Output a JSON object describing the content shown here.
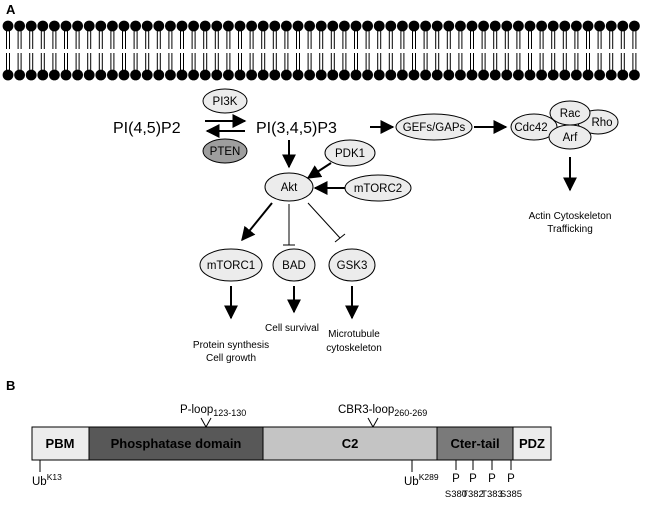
{
  "panel_a": {
    "label": "A",
    "nodes": {
      "pip2": "PI(4,5)P2",
      "pip3": "PI(3,4,5)P3",
      "pi3k": "PI3K",
      "pten": "PTEN",
      "gefs": "GEFs/GAPs",
      "cdc42": "Cdc42",
      "rac": "Rac",
      "rho": "Rho",
      "arf": "Arf",
      "pdk1": "PDK1",
      "akt": "Akt",
      "mtorc2": "mTORC2",
      "mtorc1": "mTORC1",
      "bad": "BAD",
      "gsk3": "GSK3"
    },
    "outcomes": {
      "actin_line1": "Actin Cytoskeleton",
      "actin_line2": "Trafficking",
      "protein_line1": "Protein synthesis",
      "protein_line2": "Cell growth",
      "survival": "Cell survival",
      "microtubule_line1": "Microtubule",
      "microtubule_line2": "cytoskeleton"
    }
  },
  "panel_b": {
    "label": "B",
    "domains": {
      "pbm": "PBM",
      "phosphatase": "Phosphatase domain",
      "c2": "C2",
      "cter": "Cter-tail",
      "pdz": "PDZ"
    },
    "loops": {
      "ploop_name": "P-loop",
      "ploop_range": "123-130",
      "cbr3_name": "CBR3-loop",
      "cbr3_range": "260-269"
    },
    "ubiquitin": {
      "ub1_base": "Ub",
      "ub1_site": "K13",
      "ub2_base": "Ub",
      "ub2_site": "K289"
    },
    "phospho": {
      "mark": "P",
      "sites": [
        "S380",
        "T382",
        "T383",
        "S385"
      ]
    }
  },
  "colors": {
    "light_fill": "#ececec",
    "dark_fill": "#9e9e9e",
    "phosphatase_fill": "#585858",
    "c2_fill": "#c4c4c4",
    "cter_fill": "#7a7a7a"
  }
}
